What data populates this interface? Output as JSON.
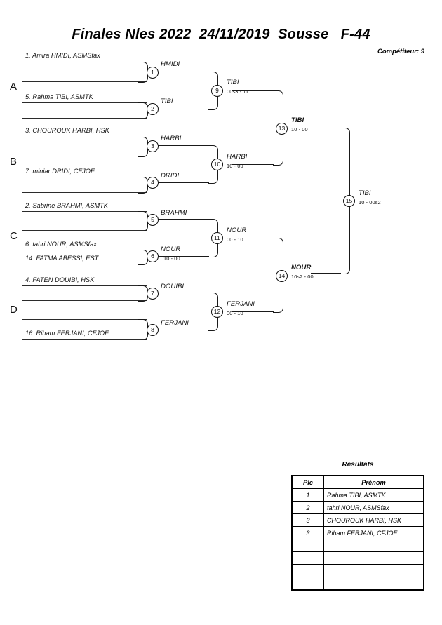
{
  "header": {
    "title": "Finales Nles 2022  24/11/2019  Sousse   F-44",
    "competitor_label": "Compétiteur: 9"
  },
  "groups": [
    {
      "letter": "A"
    },
    {
      "letter": "B"
    },
    {
      "letter": "C"
    },
    {
      "letter": "D"
    }
  ],
  "players": {
    "p1": "1. Amira HMIDI, ASMSfax",
    "p5": "5. Rahma TIBI, ASMTK",
    "p3": "3. CHOUROUK HARBI, HSK",
    "p7": "7. miniar DRIDI, CFJOE",
    "p2": "2. Sabrine BRAHMI, ASMTK",
    "p6": "6. tahri NOUR, ASMSfax",
    "p14": "14. FATMA ABESSI, EST",
    "p4": "4. FATEN DOUIBI, HSK",
    "p16": "16. Riham FERJANI, CFJOE"
  },
  "matches": {
    "m1": {
      "num": "1",
      "winner": "HMIDI",
      "score": ""
    },
    "m2": {
      "num": "2",
      "winner": "TIBI",
      "score": ""
    },
    "m3": {
      "num": "3",
      "winner": "HARBI",
      "score": ""
    },
    "m4": {
      "num": "4",
      "winner": "DRIDI",
      "score": ""
    },
    "m5": {
      "num": "5",
      "winner": "BRAHMI",
      "score": ""
    },
    "m6": {
      "num": "6",
      "winner": "NOUR",
      "score": "10 - 00"
    },
    "m7": {
      "num": "7",
      "winner": "DOUIBI",
      "score": ""
    },
    "m8": {
      "num": "8",
      "winner": "FERJANI",
      "score": ""
    },
    "m9": {
      "num": "9",
      "winner": "TIBI",
      "score": "00s3 - 11"
    },
    "m10": {
      "num": "10",
      "winner": "HARBI",
      "score": "10 - 00"
    },
    "m11": {
      "num": "11",
      "winner": "NOUR",
      "score": "00 - 10"
    },
    "m12": {
      "num": "12",
      "winner": "FERJANI",
      "score": "00 - 10"
    },
    "m13": {
      "num": "13",
      "winner": "TIBI",
      "score": "10 - 00"
    },
    "m14": {
      "num": "14",
      "winner": "NOUR",
      "score": "10s2 - 00"
    },
    "m15": {
      "num": "15",
      "winner": "TIBI",
      "score": "10 - 00s2"
    }
  },
  "results": {
    "title": "Resultats",
    "columns": {
      "plc": "Plc",
      "prenom": "Prénom"
    },
    "rows": [
      {
        "plc": "1",
        "prenom": "Rahma TIBI, ASMTK"
      },
      {
        "plc": "2",
        "prenom": "tahri NOUR, ASMSfax"
      },
      {
        "plc": "3",
        "prenom": "CHOUROUK HARBI, HSK"
      },
      {
        "plc": "3",
        "prenom": "Riham FERJANI, CFJOE"
      },
      {
        "plc": "",
        "prenom": ""
      },
      {
        "plc": "",
        "prenom": ""
      },
      {
        "plc": "",
        "prenom": ""
      },
      {
        "plc": "",
        "prenom": ""
      }
    ]
  }
}
